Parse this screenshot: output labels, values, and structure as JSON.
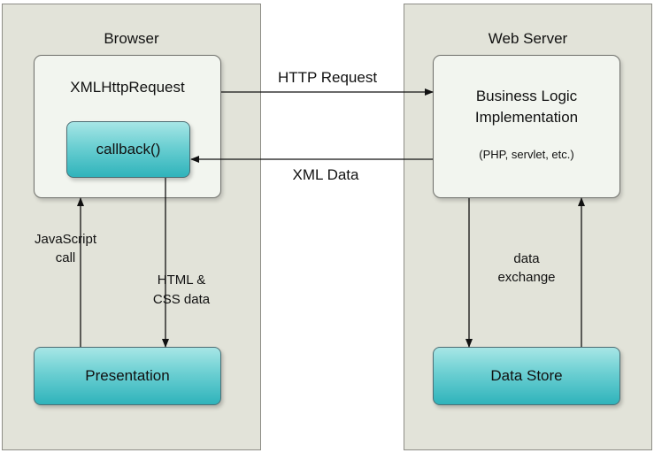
{
  "browser": {
    "title": "Browser",
    "xhr_label": "XMLHttpRequest",
    "callback_label": "callback()",
    "presentation_label": "Presentation",
    "js_call_label": [
      "JavaScript",
      "call"
    ],
    "html_css_label": [
      "HTML &",
      "CSS data"
    ]
  },
  "server": {
    "title": "Web Server",
    "logic_label": [
      "Business Logic",
      "Implementation"
    ],
    "logic_sublabel": "(PHP, servlet, etc.)",
    "data_store_label": "Data Store",
    "data_exchange_label": [
      "data",
      "exchange"
    ]
  },
  "connections": {
    "http_request_label": "HTTP Request",
    "xml_data_label": "XML Data"
  },
  "colors": {
    "panel_bg": "#e2e3d9",
    "light_box_bg": "#f2f5ef",
    "teal_box": "#4fc2c8",
    "arrow": "#111111"
  }
}
